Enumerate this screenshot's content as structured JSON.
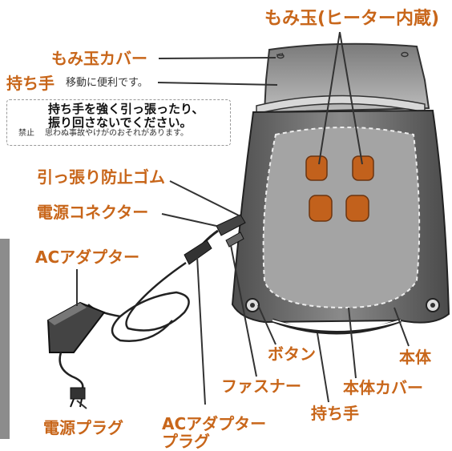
{
  "labels": {
    "momidama_heater": "もみ玉(ヒーター内蔵)",
    "momidama_cover": "もみ玉カバー",
    "handle_top": "持ち手",
    "handle_note": "移動に便利です。",
    "warning_line1": "持ち手を強く引っ張ったり、",
    "warning_line2": "振り回さないでください。",
    "prohibited": "禁止",
    "warning_sub": "思わぬ事故やけがのおそれがあります。",
    "strain_relief": "引っ張り防止ゴム",
    "power_connector": "電源コネクター",
    "ac_adapter": "ACアダプター",
    "power_plug": "電源プラグ",
    "ac_adapter_plug_line1": "ACアダプター",
    "ac_adapter_plug_line2": "プラグ",
    "fastener": "ファスナー",
    "button": "ボタン",
    "body_cover": "本体カバー",
    "body": "本体",
    "handle_bottom": "持ち手"
  },
  "colors": {
    "label": "#c8661a",
    "body_dark": "#5a5a5a",
    "cushion": "#9a9a9a",
    "rollers": "#c2611c"
  }
}
